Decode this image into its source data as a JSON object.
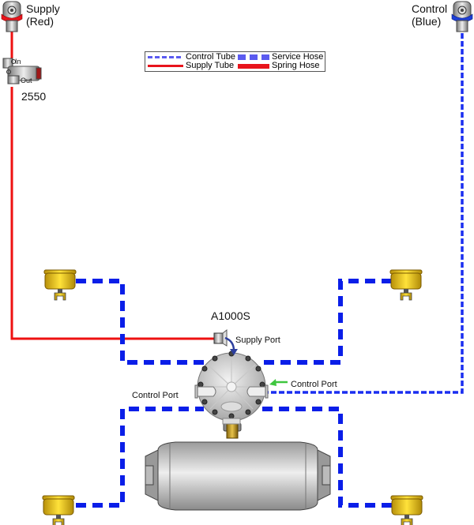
{
  "glad_hands": {
    "supply": {
      "label_line1": "Supply",
      "label_line2": "(Red)",
      "color": "#e8141c"
    },
    "control": {
      "label_line1": "Control",
      "label_line2": "(Blue)",
      "color": "#1e3fd6"
    }
  },
  "valve_2550": {
    "label": "2550",
    "port_in": "In",
    "port_out": "Out"
  },
  "relay_valve": {
    "label": "A1000S",
    "supply_port_label": "Supply Port",
    "control_port_right_label": "Control Port",
    "control_port_left_label": "Control Port"
  },
  "legend": {
    "items": [
      {
        "label": "Control Tube",
        "style": "dashed-thin",
        "color": "#5b5bf0"
      },
      {
        "label": "Service Hose",
        "style": "dashed-thick",
        "color": "#5b5bf0"
      },
      {
        "label": "Supply Tube",
        "style": "solid-thin",
        "color": "#e8141c"
      },
      {
        "label": "Spring Hose",
        "style": "solid-thick",
        "color": "#e8141c"
      }
    ]
  },
  "colors": {
    "supply_line": "#ee1111",
    "service_hose": "#0a1ee8",
    "control_tube": "#1a2ef0",
    "control_port_arrow": "#3ec63e",
    "supply_port_arrow": "#2c3e9e",
    "brake_chamber": "#e8c21a",
    "tank": "#c8c8c8"
  },
  "brake_chambers": [
    {
      "position": "upper-left"
    },
    {
      "position": "upper-right"
    },
    {
      "position": "lower-left"
    },
    {
      "position": "lower-right"
    }
  ]
}
